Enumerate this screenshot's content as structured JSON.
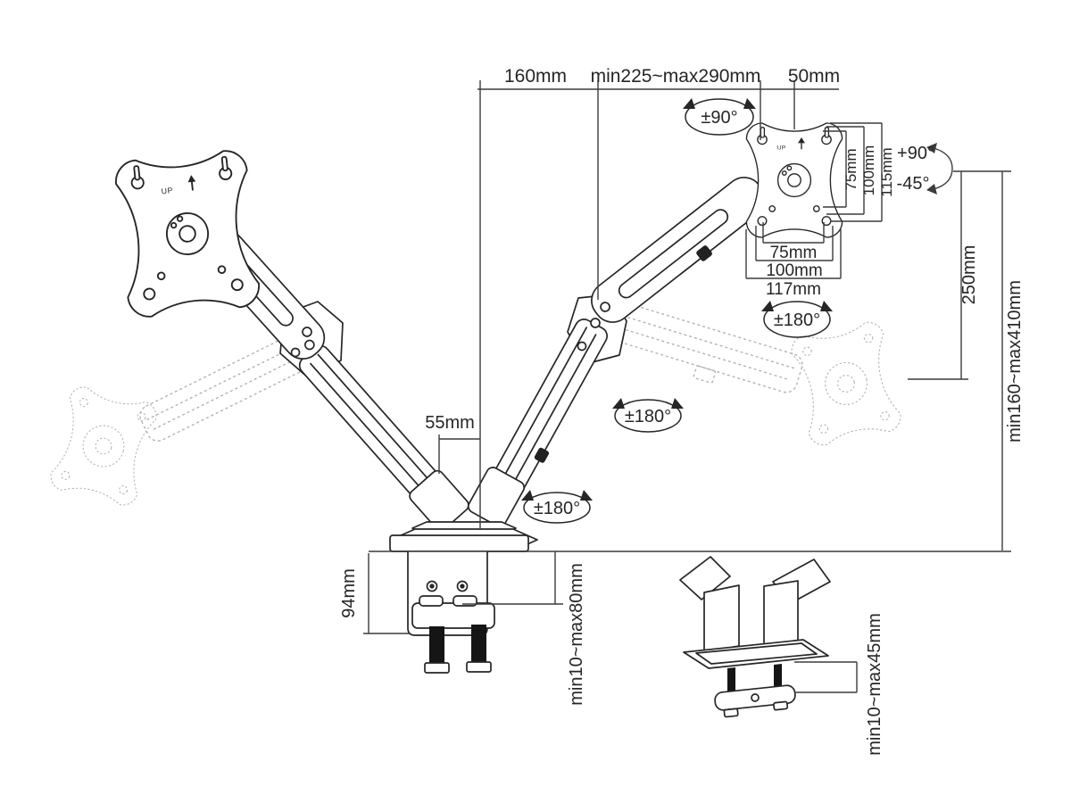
{
  "diagram_title": "dual-monitor-desk-mount-dimension-diagram",
  "labels": {
    "top": {
      "arm_offset_left": "160mm",
      "arm_reach_range": "min225~max290mm",
      "head_offset": "50mm"
    },
    "vesa_width": {
      "w75": "75mm",
      "w100": "100mm",
      "w117": "117mm"
    },
    "vesa_height": {
      "h75": "75mm",
      "h100": "100mm",
      "h115": "115mm"
    },
    "tilt": {
      "up": "+90°",
      "down": "-45°"
    },
    "swivel_head": "±90°",
    "rotate_joint": "±180°",
    "pole": {
      "drop": "250mm",
      "height_range": "min160~max410mm",
      "center_offset": "55mm"
    },
    "clamp": {
      "body_height": "94mm",
      "desk_thickness": "min10~max80mm"
    },
    "grommet": {
      "desk_thickness": "min10~max45mm"
    },
    "plate_marker": "UP"
  },
  "colors": {
    "background": "#ffffff",
    "drawing_line": "#262626",
    "dimension_line": "#3c3c3c",
    "ghost_line": "#b3b3b3",
    "bolt_fill": "#151515",
    "text": "#262626"
  }
}
